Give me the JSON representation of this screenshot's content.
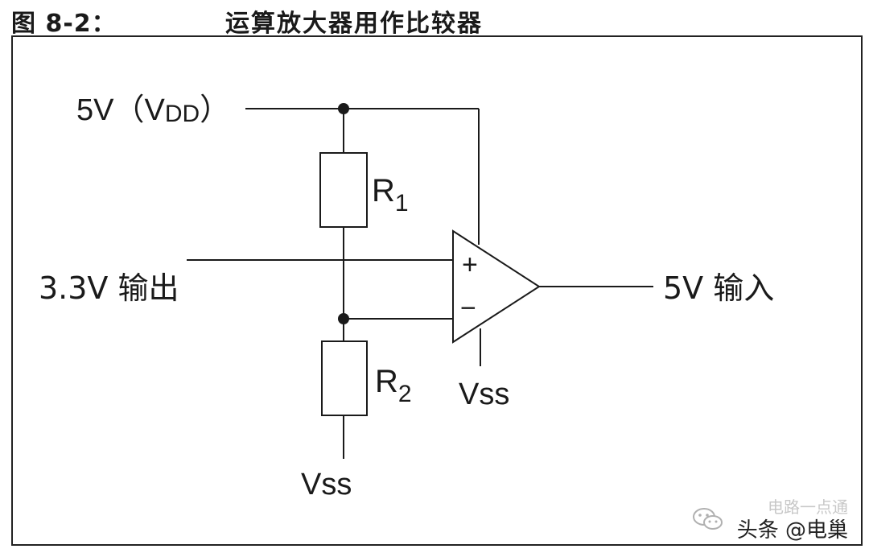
{
  "figure": {
    "number": "图 8-2：",
    "title": "运算放大器用作比较器"
  },
  "labels": {
    "vdd_prefix": "5V（V",
    "vdd_sub": "DD",
    "vdd_suffix": "）",
    "r1": "R",
    "r1_sub": "1",
    "r2": "R",
    "r2_sub": "2",
    "input_label": "3.3V 输出",
    "output_label": "5V 输入",
    "plus": "+",
    "minus": "−",
    "vss_opamp": "Vss",
    "vss_bottom": "Vss"
  },
  "watermark": {
    "faint": "电路一点通",
    "main": "头条 @电巢"
  },
  "icons": {
    "wechat": "wechat-icon"
  }
}
